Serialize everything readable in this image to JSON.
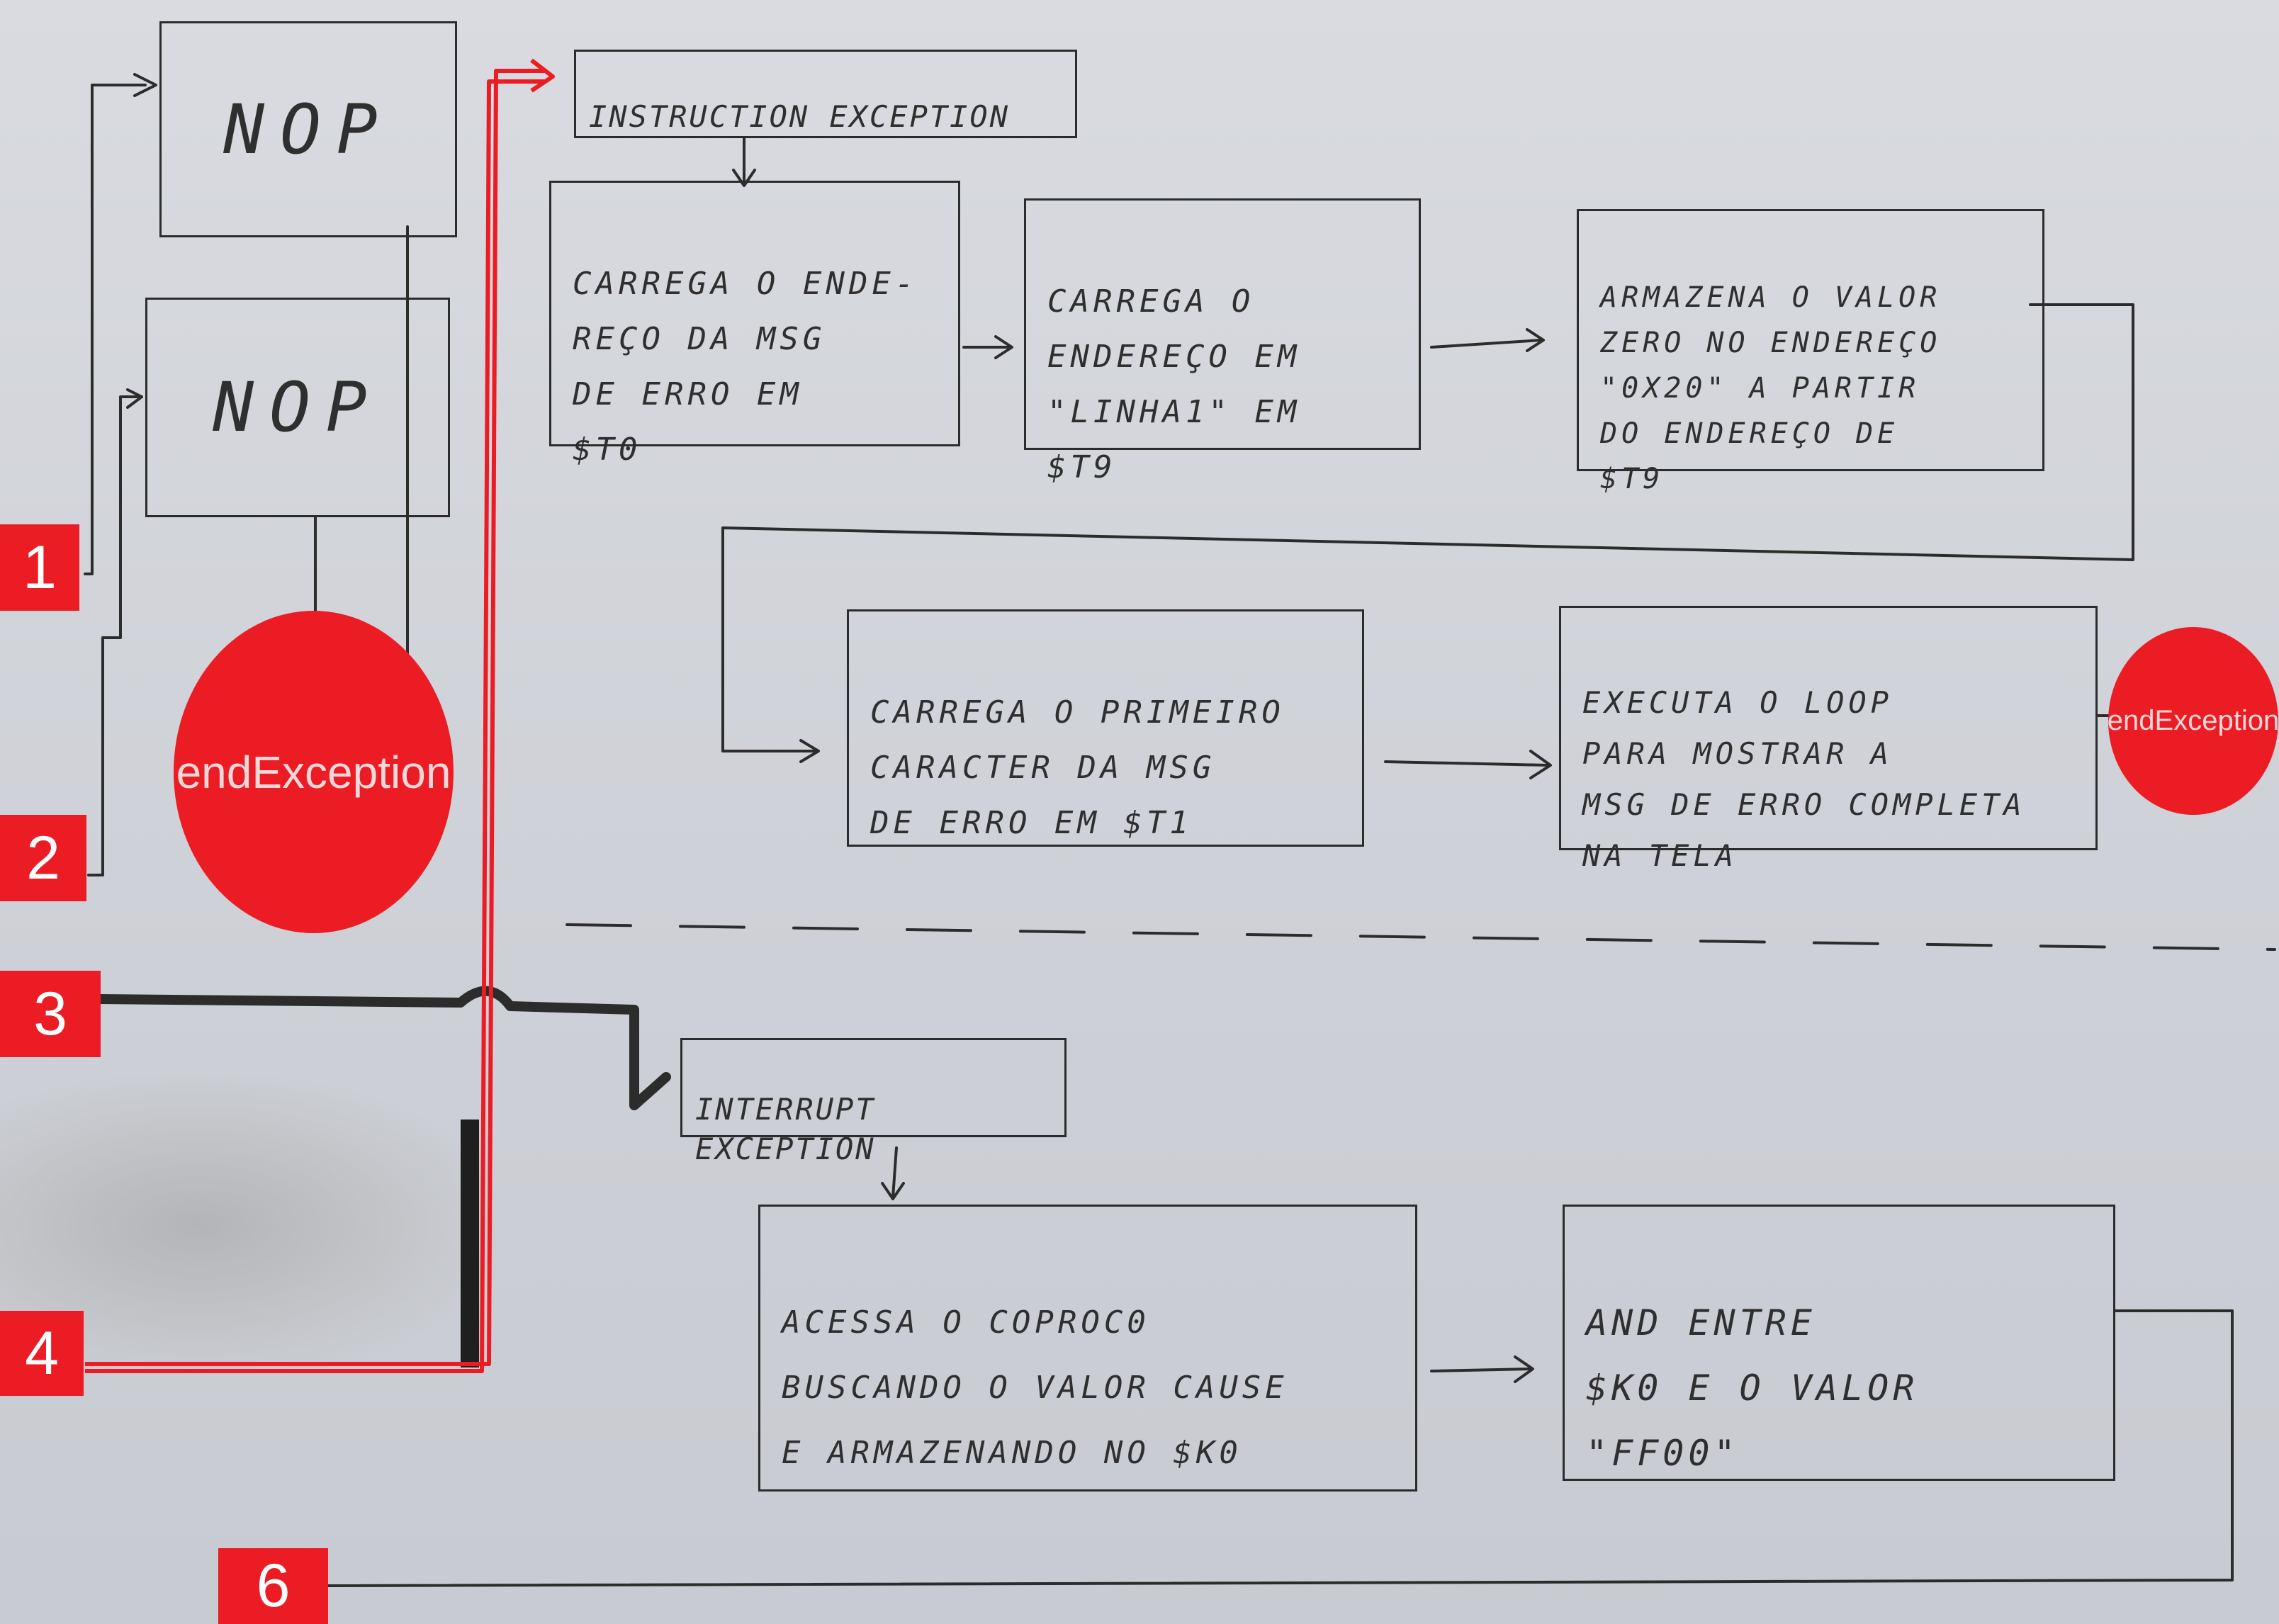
{
  "boxes": {
    "nop_top": "NOP",
    "nop_bottom": "NOP",
    "instruction_exception": "INSTRUCTION EXCEPTION",
    "carrega_msg": "CARREGA O ENDE-\nREÇO DA MSG\nDE ERRO EM\n$t0",
    "carrega_linha1": "CARREGA O\nENDEREÇO EM\n\"LINHA1\" EM\n$t9",
    "armazena_zero": "ARMAZENA O VALOR\nZERO NO ENDEREÇO\n\"0X20\" A PARTIR\nDO ENDEREÇO DE\n$t9",
    "carrega_primeiro": "CARREGA O PRIMEIRO\nCARACTER DA MSG\nDE ERRO EM $t1",
    "executa_loop": "EXECUTA O LOOP\nPARA MOSTRAR A\nMSG DE ERRO COMPLETA\nNA TELA",
    "interrupt_exception": "INTERRUPT\nEXCEPTION",
    "acessa_coproc": "ACESSA O COPROC0\nBUSCANDO O VALOR CAUSE\nE ARMAZENANDO NO $K0",
    "and_entre": "AND ENTRE\n$K0 E O VALOR\n\"FF00\""
  },
  "circles": {
    "end_left": "endException",
    "end_right": "endException"
  },
  "tags": [
    "1",
    "2",
    "3",
    "4",
    "6"
  ],
  "colors": {
    "accent_red": "#ec1c24",
    "ink": "#2c2c2c",
    "paper": "#d3d5da"
  }
}
